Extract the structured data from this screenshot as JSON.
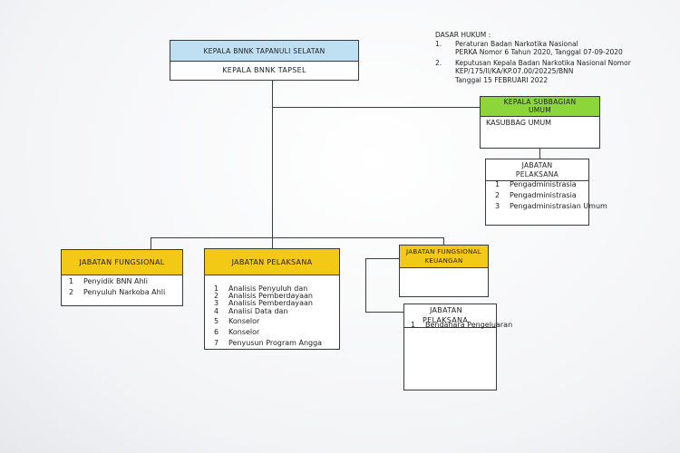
{
  "legal": {
    "title": "DASAR HUKUM :",
    "items": [
      {
        "num": "1.",
        "line1": "Peraturan Badan Narkotika Nasional",
        "line2": "PERKA Nomor 6 Tahun 2020, Tanggal 07-09-2020"
      },
      {
        "num": "2.",
        "line1": "Keputusan Kepala Badan Narkotika Nasional Nomor",
        "line2": "KEP/175/II/KA/KP.07.00/20225/BNN",
        "line3": "Tanggal 15 FEBRUARI 2022"
      }
    ]
  },
  "head": {
    "title": "KEPALA BNNK TAPANULI SELATAN",
    "holder": "KEPALA BNNK TAPSEL"
  },
  "subbag": {
    "title_line1": "KEPALA SUBBAGIAN",
    "title_line2": "UMUM",
    "holder": "KASUBBAG UMUM"
  },
  "subbag_pelaksana": {
    "title_line1": "JABATAN",
    "title_line2": "PELAKSANA",
    "items": [
      {
        "num": "1",
        "label": "Pengadministrasia"
      },
      {
        "num": "2",
        "label": "Pengadministrasia"
      },
      {
        "num": "3",
        "label": "Pengadministrasian Umum"
      }
    ]
  },
  "fungsional": {
    "title": "JABATAN FUNGSIONAL",
    "items": [
      {
        "num": "1",
        "label": "Penyidik BNN Ahli"
      },
      {
        "num": "2",
        "label": "Penyuluh Narkoba Ahli"
      }
    ]
  },
  "pelaksana": {
    "title": "JABATAN  PELAKSANA",
    "items": [
      {
        "num": "1",
        "label": "Analisis Penyuluh dan"
      },
      {
        "num": "2",
        "label": "Analisis Pemberdayaan"
      },
      {
        "num": "3",
        "label": "Analisis Pemberdayaan"
      },
      {
        "num": "4",
        "label": "Analisi Data dan"
      },
      {
        "num": "5",
        "label": "Konselor"
      },
      {
        "num": "6",
        "label": "Konselor"
      },
      {
        "num": "7",
        "label": "Penyusun Program Angga"
      }
    ]
  },
  "keuangan": {
    "title_line1": "JABATAN  FUNGSIONAL",
    "title_line2": "KEUANGAN"
  },
  "keuangan_pelaksana": {
    "title_line1": "JABATAN",
    "title_line2": "PELAKSANA",
    "items": [
      {
        "num": "1",
        "label": "Bendahara Pengeluaran"
      }
    ]
  },
  "colors": {
    "blue": "#bfe0f3",
    "green": "#8cd63a",
    "yellow": "#f3c816"
  }
}
